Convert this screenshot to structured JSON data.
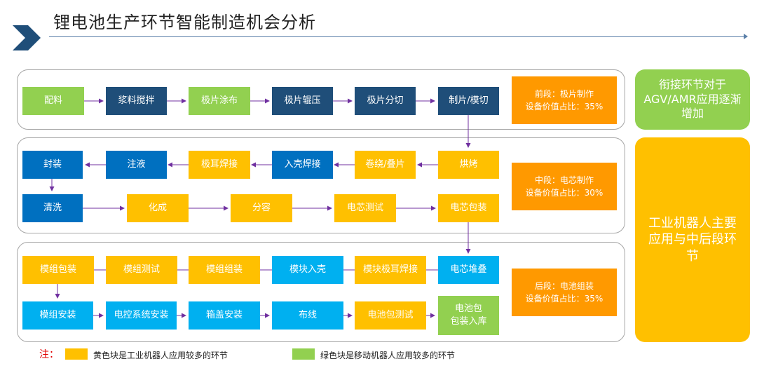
{
  "header": {
    "title": "锂电池生产环节智能制造机会分析"
  },
  "colors": {
    "yellow": "#ffc000",
    "green": "#92d050",
    "navy": "#1f4e79",
    "blue": "#0070c0",
    "cyan": "#00b0f0",
    "orange": "#ff9900",
    "arrow": "#7030a0",
    "note_red": "#e00000"
  },
  "process": {
    "row1": [
      "配料",
      "浆料搅拌",
      "极片涂布",
      "极片辊压",
      "极片分切",
      "制片/模切"
    ],
    "row2": [
      "烘烤",
      "卷绕/叠片",
      "入壳焊接",
      "极耳焊接",
      "注液",
      "封装"
    ],
    "row3": [
      "清洗",
      "化成",
      "分容",
      "电芯测试",
      "电芯包装"
    ],
    "row4": [
      "电芯堆叠",
      "模块极耳焊接",
      "模块入壳",
      "模组组装",
      "模组测试",
      "模组包装"
    ],
    "row5": [
      "模组安装",
      "电控系统安装",
      "箱盖安装",
      "布线",
      "电池包测试",
      "电池包\n包装入库"
    ]
  },
  "stages": [
    {
      "name": "前段：极片制作",
      "share": "设备价值占比：35%"
    },
    {
      "name": "中段：电芯制作",
      "share": "设备价值占比：30%"
    },
    {
      "name": "后段：电池组装",
      "share": "设备价值占比：35%"
    }
  ],
  "sidebar": {
    "agv": "衔接环节对于\nAGV/AMR应用逐渐\n增加",
    "industrial": "工业机器人主要\n应用与中后段环\n节"
  },
  "legend": {
    "label": "注：",
    "yellow_text": "黄色块是工业机器人应用较多的环节",
    "green_text": "绿色块是移动机器人应用较多的环节"
  }
}
